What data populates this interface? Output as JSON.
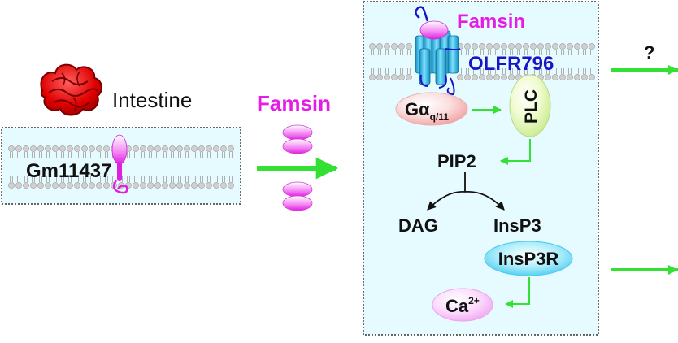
{
  "labels": {
    "intestine": "Intestine",
    "famsin_secreted": "Famsin",
    "gm11437": "Gm11437",
    "famsin_bound": "Famsin",
    "olfr796": "OLFR796",
    "g_alpha_main": "Gα",
    "g_alpha_sub": "q/11",
    "plc": "PLC",
    "pip2": "PIP2",
    "dag": "DAG",
    "insp3": "InsP3",
    "insp3r": "InsP3R",
    "ca_main": "Ca",
    "ca_sup": "2+",
    "unknown_pathway": "?"
  },
  "colors": {
    "magenta": "#e61ce6",
    "blue": "#1a14c8",
    "green": "#33e033",
    "cell_fill": "#e6fbff",
    "intestine_red": "#e00000"
  }
}
